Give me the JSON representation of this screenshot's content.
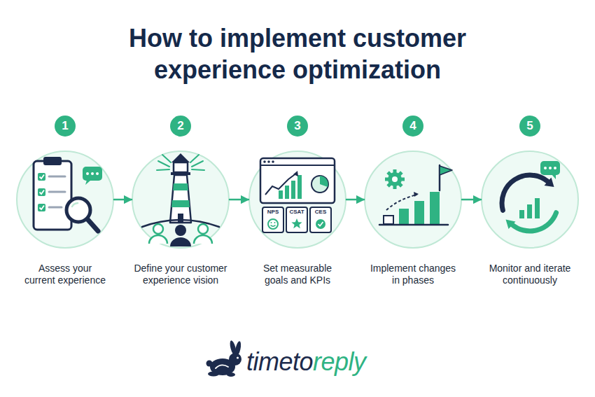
{
  "diagram": {
    "title": "How to implement customer experience optimization",
    "nodes": [
      {
        "text": [
          "1"
        ]
      },
      {
        "text": [
          "Assess your current experience"
        ]
      },
      {
        "text": [
          "2"
        ]
      },
      {
        "text": [
          "Define your customer experience vision"
        ]
      },
      {
        "text": [
          "3"
        ]
      },
      {
        "text": [
          "Set measurable goals and KPIs"
        ]
      },
      {
        "text": [
          "4"
        ]
      },
      {
        "text": [
          "Implement changes in phases"
        ]
      },
      {
        "text": [
          "5"
        ]
      },
      {
        "text": [
          "Monitor and iterate continuously"
        ]
      }
    ],
    "edges": [
      {
        "from": 1,
        "to": 3,
        "arrow": "to"
      },
      {
        "from": 3,
        "to": 5,
        "arrow": "to"
      },
      {
        "from": 5,
        "to": 7,
        "arrow": "to"
      },
      {
        "from": 7,
        "to": 9,
        "arrow": "to"
      }
    ],
    "labels": [
      "NPS",
      "CSAT",
      "CES",
      "timeto",
      "reply"
    ]
  }
}
